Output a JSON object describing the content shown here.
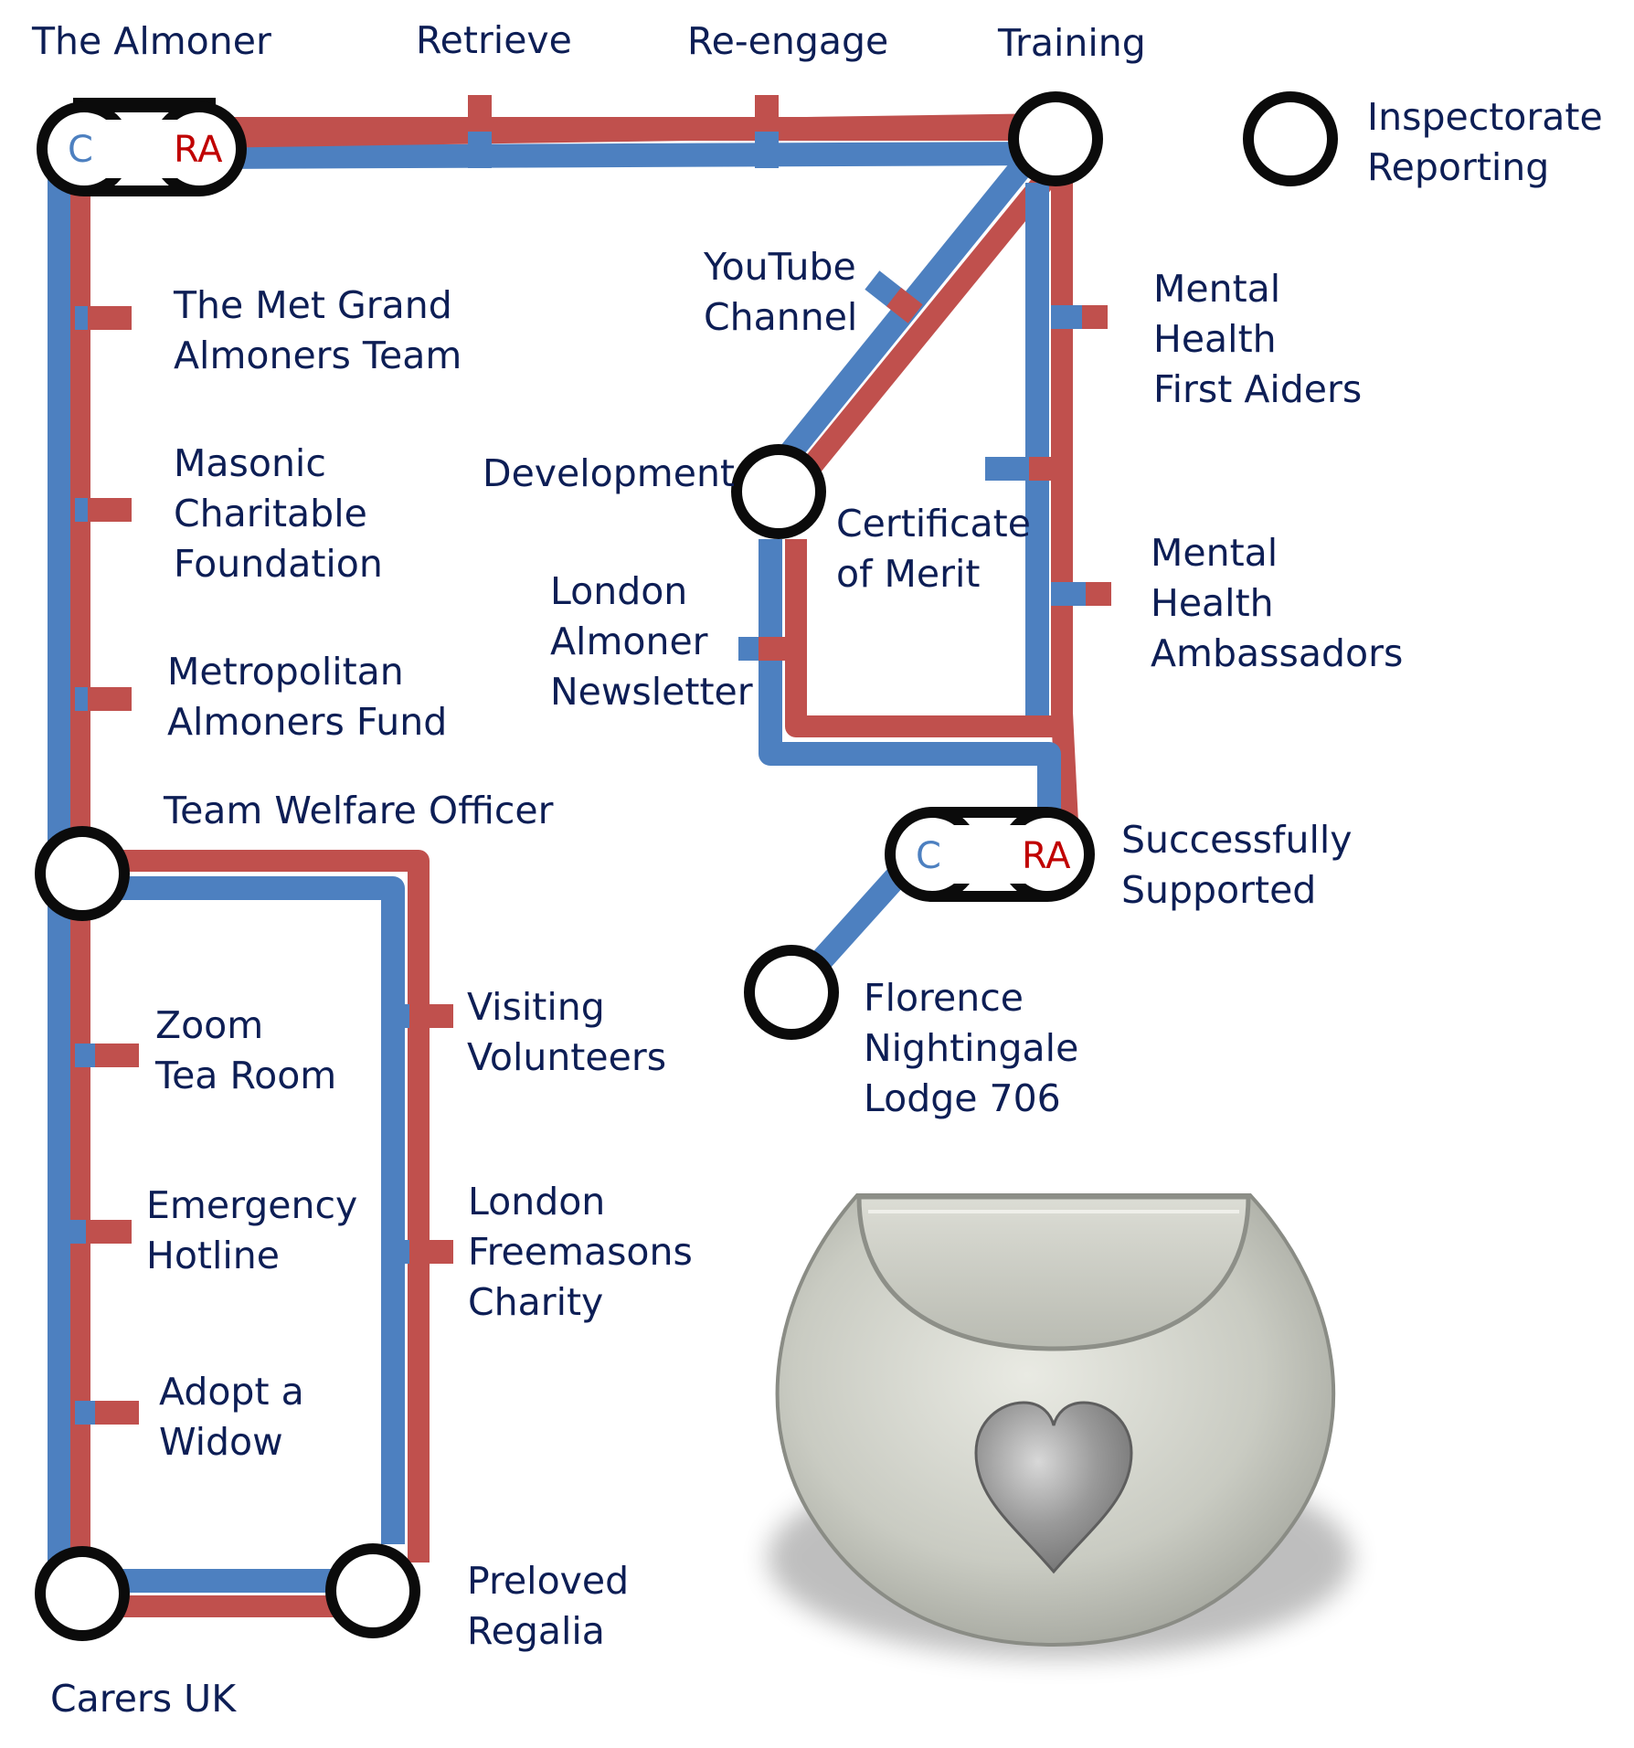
{
  "colors": {
    "blue": "#4d80c0",
    "red": "#c0504d",
    "text": "#0d1e55",
    "ring": "#0b0b0b"
  },
  "stations": {
    "almoner": {
      "label": "The Almoner",
      "c": "C",
      "ra": "RA"
    },
    "retrieve": "Retrieve",
    "reengage": "Re-engage",
    "training": "Training",
    "inspectorate": [
      "Inspectorate",
      "Reporting"
    ],
    "met_grand": [
      "The Met Grand",
      "Almoners Team"
    ],
    "masonic": [
      "Masonic",
      "Charitable",
      "Foundation"
    ],
    "metropolitan": [
      "Metropolitan",
      "Almoners Fund"
    ],
    "team_welfare": "Team Welfare Officer",
    "youtube": [
      "YouTube",
      "Channel"
    ],
    "development": "Development",
    "certificate": [
      "Certificate",
      "of Merit"
    ],
    "newsletter": [
      "London",
      "Almoner",
      "Newsletter"
    ],
    "mh_first_aiders": [
      "Mental",
      "Health",
      "First Aiders"
    ],
    "mh_ambassadors": [
      "Mental",
      "Health",
      "Ambassadors"
    ],
    "successfully": {
      "lines": [
        "Successfully",
        "Supported"
      ],
      "c": "C",
      "ra": "RA"
    },
    "florence": [
      "Florence",
      "Nightingale",
      "Lodge 706"
    ],
    "zoom": [
      "Zoom",
      "Tea Room"
    ],
    "visiting": [
      "Visiting",
      "Volunteers"
    ],
    "emergency": [
      "Emergency",
      "Hotline"
    ],
    "lfc": [
      "London",
      "Freemasons",
      "Charity"
    ],
    "adopt": [
      "Adopt a",
      "Widow"
    ],
    "preloved": [
      "Preloved",
      "Regalia"
    ],
    "carers": "Carers UK"
  },
  "emblem": {
    "name": "silver-apron-heart-emblem"
  }
}
